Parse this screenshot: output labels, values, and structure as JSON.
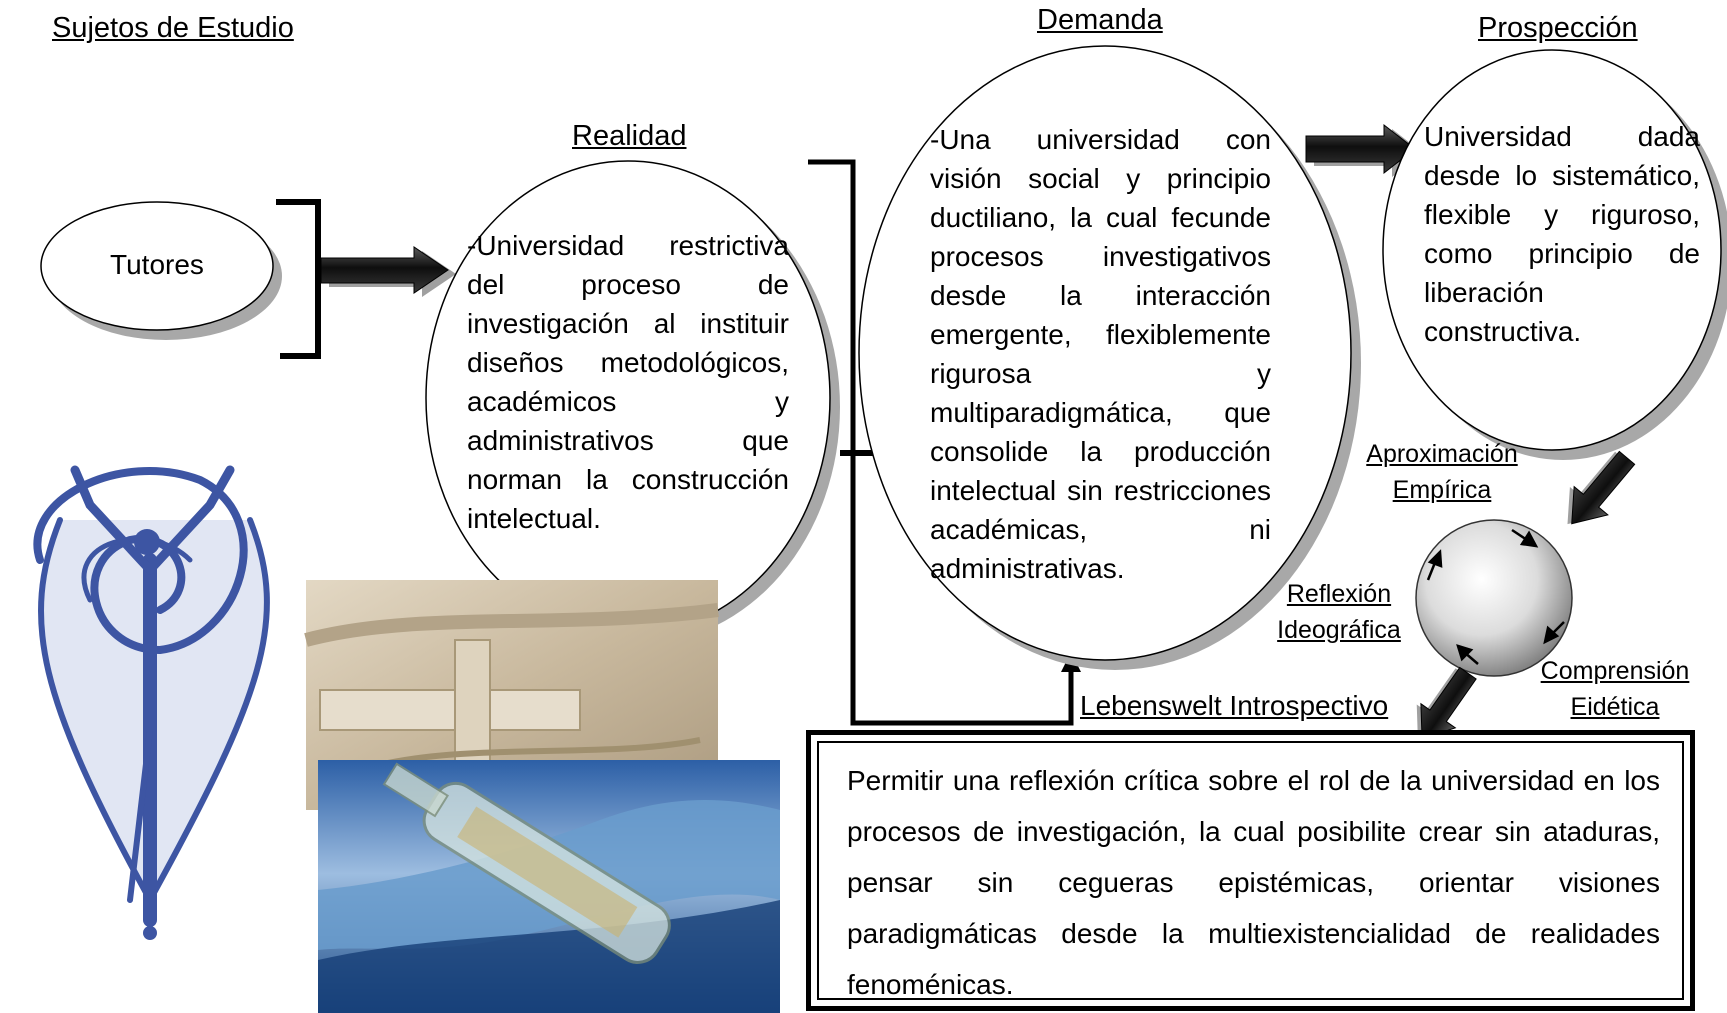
{
  "headings": {
    "sujetos": "Sujetos de Estudio",
    "realidad": "Realidad",
    "demanda": "Demanda",
    "prospeccion": "Prospección"
  },
  "nodes": {
    "tutores": "Tutores",
    "realidad_text": "-Universidad restrictiva del proceso de investigación al instituir diseños metodológicos, académicos y administrativos que norman la construcción intelectual.",
    "demanda_text": "-Una universidad con visión social y principio ductiliano, la cual fecunde procesos investigativos desde la interacción emergente, flexiblemente rigurosa y multiparadigmática, que consolide la producción intelectual sin restricciones académicas, ni administrativas.",
    "prospeccion_text": "Universidad dada desde lo sistemático, flexible y riguroso, como principio de liberación constructiva."
  },
  "cycle": {
    "aproximacion": [
      "Aproximación",
      "Empírica"
    ],
    "reflexion": [
      "Reflexión",
      "Ideográfica"
    ],
    "comprension": [
      "Comprensión",
      "Eidética"
    ]
  },
  "lebenswelt": "Lebenswelt Introspectivo",
  "conclusion": "Permitir una reflexión crítica sobre el rol de la universidad en los procesos de investigación, la cual posibilite crear sin ataduras, pensar sin cegueras epistémicas, orientar visiones paradigmáticas desde la multiexistencialidad de realidades fenoménicas.",
  "colors": {
    "logo_blue": "#3d55a3",
    "arrow_dark": "#1a1a1a",
    "shadow": "#9e9e9e",
    "jacket": "#cdbfa6",
    "sky": "#3f6fb0"
  },
  "images": [
    "logo-figure",
    "straitjacket-photo",
    "bottle-in-water-photo"
  ]
}
